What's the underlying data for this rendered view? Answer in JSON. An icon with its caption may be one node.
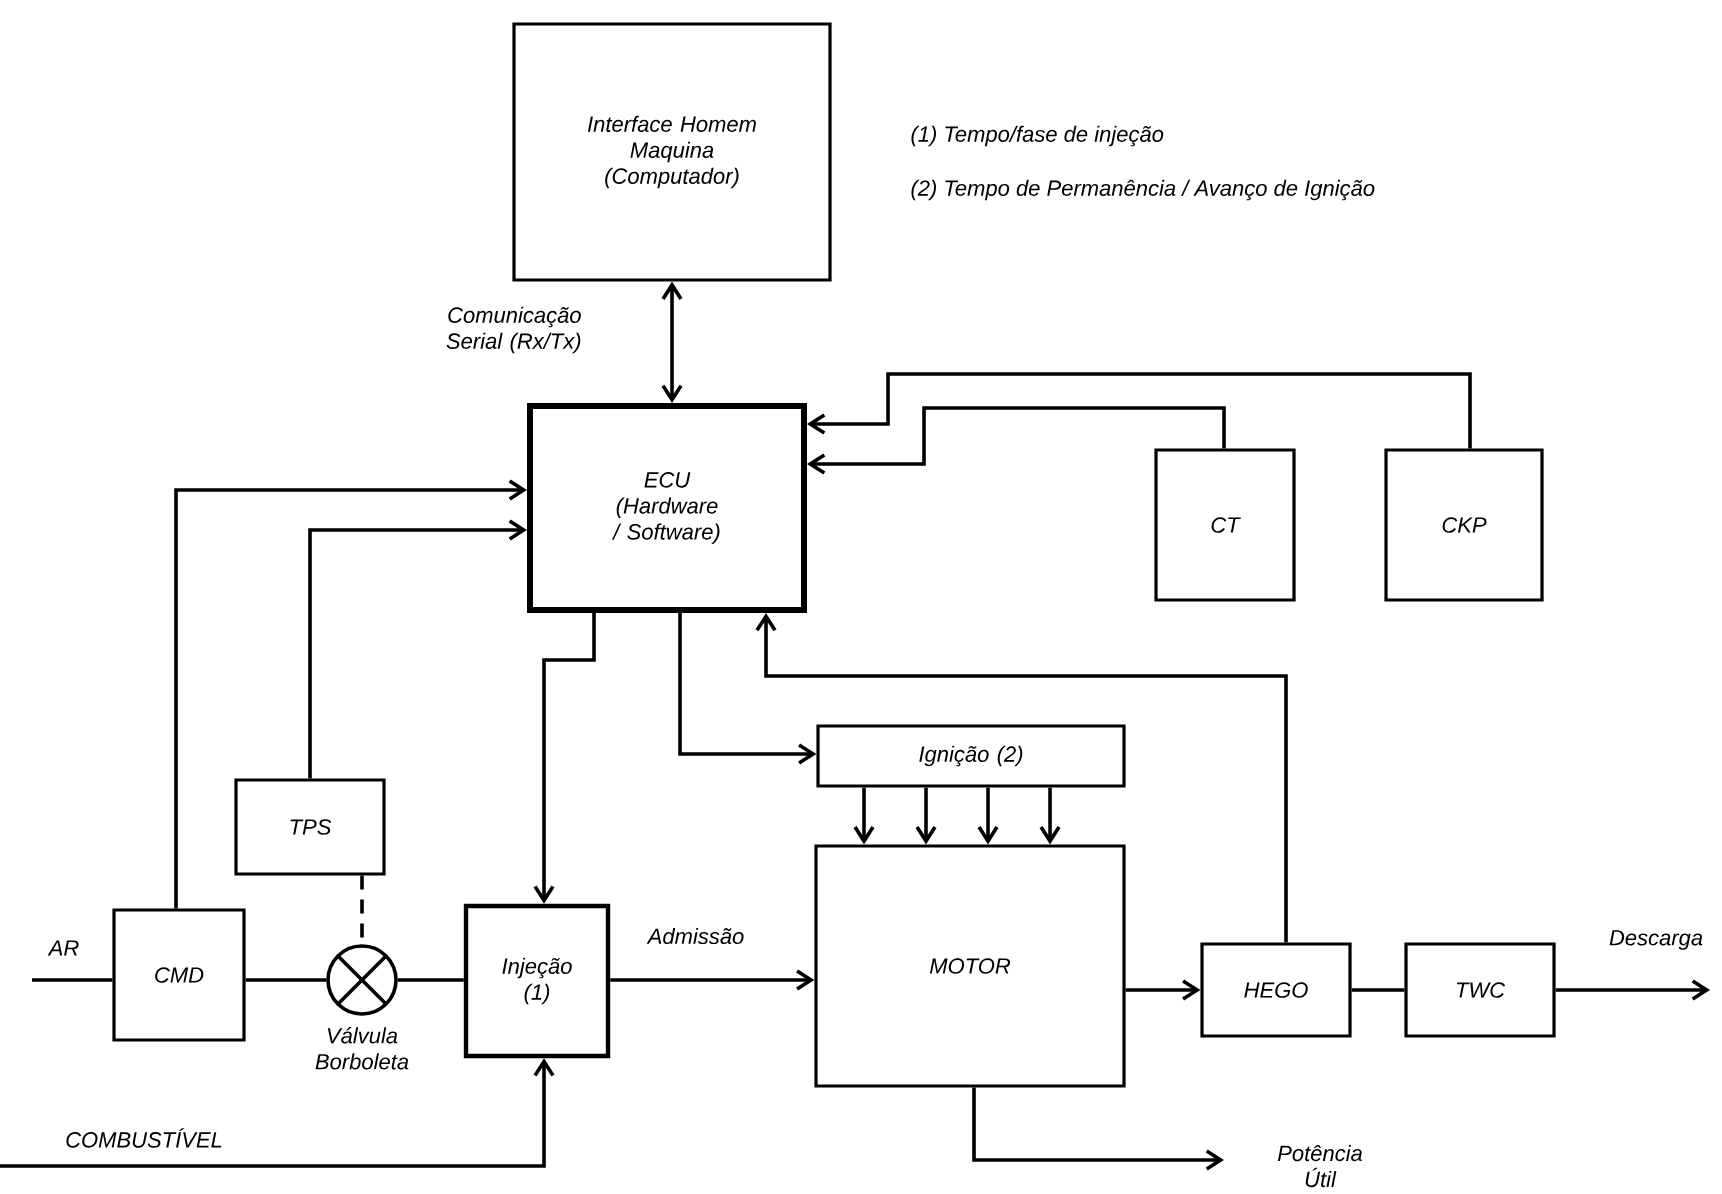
{
  "diagram": {
    "nodes": [
      {
        "text": [
          "Interface Homem Maquina (Computador)"
        ]
      },
      {
        "text": [
          "ECU (Hardware / Software)"
        ]
      },
      {
        "text": [
          "CT"
        ]
      },
      {
        "text": [
          "CKP"
        ]
      },
      {
        "text": [
          "TPS"
        ]
      },
      {
        "text": [
          "CMD"
        ]
      },
      {
        "text": [],
        "shape": "circle",
        "beside": [
          "Válvula Borboleta"
        ]
      },
      {
        "text": [
          "Injeção (1)"
        ]
      },
      {
        "text": [
          "Ignição (2)"
        ]
      },
      {
        "text": [
          "MOTOR"
        ]
      },
      {
        "text": [
          "HEGO"
        ]
      },
      {
        "text": [
          "TWC"
        ]
      }
    ],
    "edges": [
      {
        "from": 1,
        "to": 0,
        "arrow": "both",
        "label": "Comunicação Serial (Rx/Tx)"
      },
      {
        "from": 3,
        "to": 1,
        "arrow": "to"
      },
      {
        "from": 2,
        "to": 1,
        "arrow": "to"
      },
      {
        "from": 5,
        "to": 1,
        "arrow": "to"
      },
      {
        "from": 4,
        "to": 1,
        "arrow": "to"
      },
      {
        "from": 4,
        "to": 6,
        "arrow": "none",
        "style": "dashed"
      },
      {
        "from": null,
        "to": 5,
        "arrow": "none",
        "label": "AR"
      },
      {
        "from": 5,
        "to": 6,
        "arrow": "none"
      },
      {
        "from": 6,
        "to": 7,
        "arrow": "none"
      },
      {
        "from": 1,
        "to": 7,
        "arrow": "to"
      },
      {
        "from": 1,
        "to": 8,
        "arrow": "to"
      },
      {
        "from": 10,
        "to": 1,
        "arrow": "to"
      },
      {
        "from": 7,
        "to": 9,
        "arrow": "to",
        "label": "Admissão"
      },
      {
        "from": null,
        "to": 7,
        "arrow": "to",
        "label": "COMBUSTÍVEL"
      },
      {
        "from": 8,
        "to": 9,
        "arrow": "to"
      },
      {
        "from": 8,
        "to": 9,
        "arrow": "to"
      },
      {
        "from": 8,
        "to": 9,
        "arrow": "to"
      },
      {
        "from": 8,
        "to": 9,
        "arrow": "to"
      },
      {
        "from": 9,
        "to": 10,
        "arrow": "to"
      },
      {
        "from": 10,
        "to": 11,
        "arrow": "none"
      },
      {
        "from": 11,
        "to": null,
        "arrow": "to",
        "label": "Descarga"
      },
      {
        "from": 9,
        "to": null,
        "arrow": "to",
        "label": "Potência Útil"
      }
    ],
    "labels": [
      "(1) Tempo/fase de injeção",
      "(2) Tempo de Permanência / Avanço de Ignição"
    ]
  }
}
